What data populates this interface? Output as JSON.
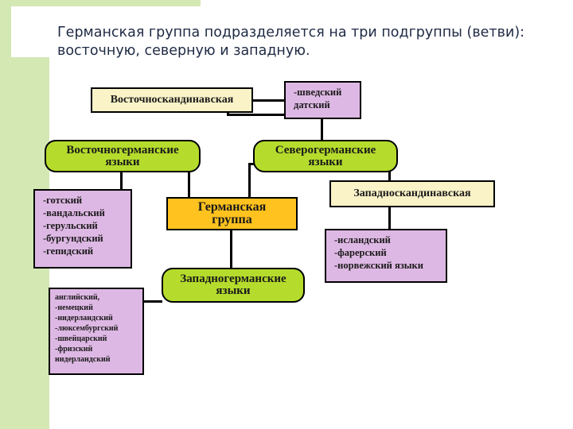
{
  "slide_title": "Германская группа подразделяется на три подгруппы (ветви): восточную, северную и западную.",
  "nodes": {
    "root": "Германская группа",
    "east_germanic": "Восточногерманские языки",
    "north_germanic": "Северогерманские языки",
    "west_germanic": "Западногерманские языки",
    "east_scandinavian": "Восточноскандинавская",
    "west_scandinavian": "Западноскандинавская"
  },
  "lists": {
    "east_scandinavian_languages": [
      "-шведский",
      "датский"
    ],
    "east_germanic_languages": [
      "-готский",
      "-вандальский",
      "-герульский",
      "-бургундский",
      "-гепидский"
    ],
    "west_scandinavian_languages": [
      "-исландский",
      "-фарерский",
      "-норвежский языки"
    ],
    "west_germanic_languages": [
      "английский,",
      "-немецкий",
      "-нидерландский",
      "-люксембургский",
      "-швейцарский",
      "-фризский",
      "нидерландский"
    ]
  },
  "colors": {
    "green_box": "#b5dc2c",
    "yellow_box": "#ffc21e",
    "cream_box": "#faf3c8",
    "purple_box": "#deb8e4",
    "decor_green": "#d4e8b4",
    "title_text": "#1e2a44"
  }
}
